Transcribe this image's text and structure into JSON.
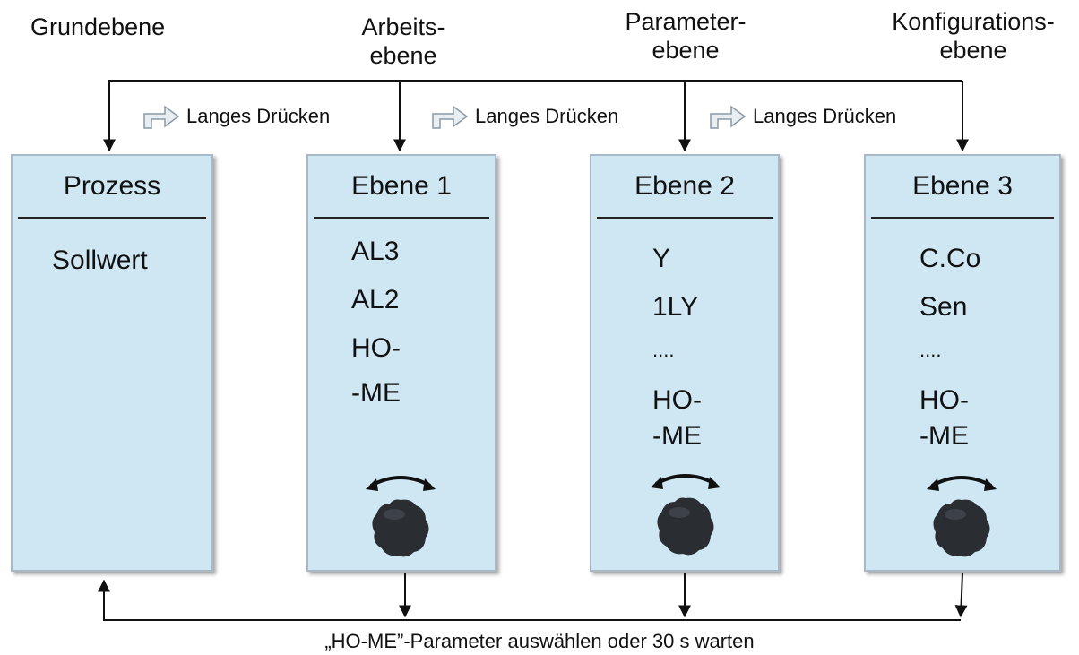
{
  "levels": [
    {
      "label_lines": [
        "Grundebene"
      ]
    },
    {
      "label_lines": [
        "Arbeits-",
        "ebene"
      ]
    },
    {
      "label_lines": [
        "Parameter-",
        "ebene"
      ]
    },
    {
      "label_lines": [
        "Konfigurations-",
        "ebene"
      ]
    }
  ],
  "transitions": [
    "Langes Drücken",
    "Langes Drücken",
    "Langes Drücken"
  ],
  "boxes": [
    {
      "title": "Prozess",
      "items": [
        "Sollwert"
      ]
    },
    {
      "title": "Ebene 1",
      "items": [
        "AL3",
        "AL2",
        "HO-",
        "-ME"
      ]
    },
    {
      "title": "Ebene 2",
      "items": [
        "Y",
        "1LY",
        "....",
        "HO-",
        "-ME"
      ]
    },
    {
      "title": "Ebene 3",
      "items": [
        "C.Co",
        "Sen",
        "....",
        "HO-",
        "-ME"
      ]
    }
  ],
  "footer": "„HO-ME”-Parameter auswählen oder 30 s warten",
  "icons": [
    "press-arrow-icon",
    "rotary-knob-icon",
    "rotate-arrow-icon"
  ],
  "colors": {
    "box_fill": "#cfe6f3",
    "box_border": "#a8b8c4",
    "line": "#111111",
    "knob": "#2a2e33"
  }
}
